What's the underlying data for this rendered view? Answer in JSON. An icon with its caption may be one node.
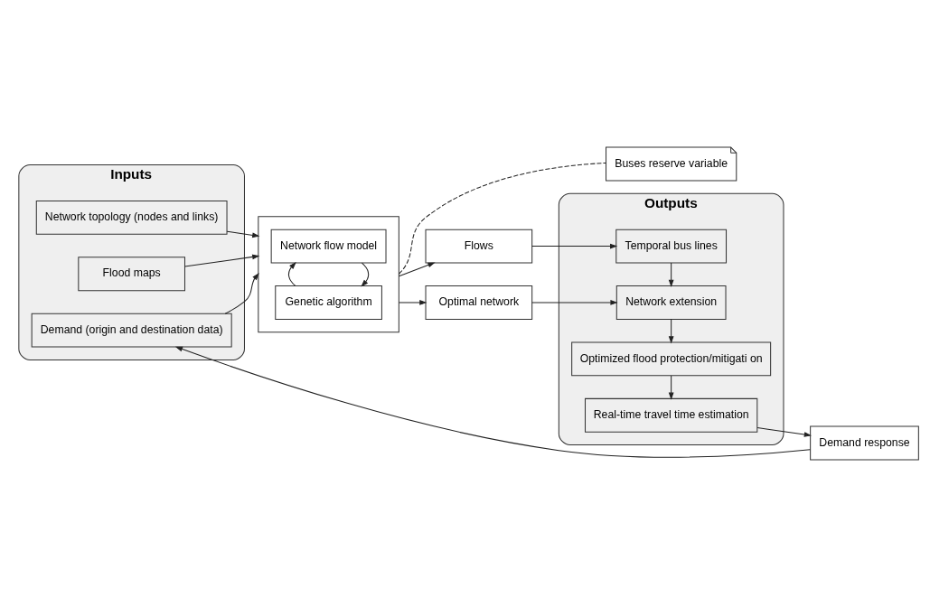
{
  "diagram": {
    "nodes": [
      {
        "text": [
          "Inputs"
        ]
      },
      {
        "text": [
          "Network topology (nodes and links)"
        ],
        "in": 0
      },
      {
        "text": [
          "Flood maps"
        ],
        "in": 0
      },
      {
        "text": [
          "Demand (origin and destination data)"
        ],
        "in": 0
      },
      {
        "text": [],
        "shape": "box"
      },
      {
        "text": [
          "Network flow model"
        ],
        "in": 4
      },
      {
        "text": [
          "Genetic algorithm"
        ],
        "in": 4
      },
      {
        "text": [
          "Buses reserve variable"
        ]
      },
      {
        "text": [
          "Flows"
        ]
      },
      {
        "text": [
          "Optimal network"
        ]
      },
      {
        "text": [
          "Outputs"
        ]
      },
      {
        "text": [
          "Temporal bus lines"
        ],
        "in": 10
      },
      {
        "text": [
          "Network extension"
        ],
        "in": 10
      },
      {
        "text": [
          "Optimized flood protection/mitigati on"
        ],
        "in": 10
      },
      {
        "text": [
          "Real-time travel time estimation"
        ],
        "in": 10
      },
      {
        "text": [
          "Demand response"
        ]
      }
    ],
    "edges": [
      {
        "from": 1,
        "to": 4,
        "arrow": "to"
      },
      {
        "from": 2,
        "to": 4,
        "arrow": "to"
      },
      {
        "from": 3,
        "to": 4,
        "arrow": "to"
      },
      {
        "from": 5,
        "to": 6,
        "arrow": "to"
      },
      {
        "from": 6,
        "to": 5,
        "arrow": "to"
      },
      {
        "from": 4,
        "to": 8,
        "arrow": "to"
      },
      {
        "from": 4,
        "to": 9,
        "arrow": "to"
      },
      {
        "from": 8,
        "to": 11,
        "arrow": "to"
      },
      {
        "from": 9,
        "to": 12,
        "arrow": "to"
      },
      {
        "from": 11,
        "to": 12,
        "arrow": "to"
      },
      {
        "from": 12,
        "to": 13,
        "arrow": "to"
      },
      {
        "from": 13,
        "to": 14,
        "arrow": "to"
      },
      {
        "from": 14,
        "to": 15,
        "arrow": "to"
      },
      {
        "from": 15,
        "to": 3,
        "arrow": "to"
      },
      {
        "from": 4,
        "to": 7,
        "arrow": "none",
        "style": "dashed"
      }
    ]
  }
}
